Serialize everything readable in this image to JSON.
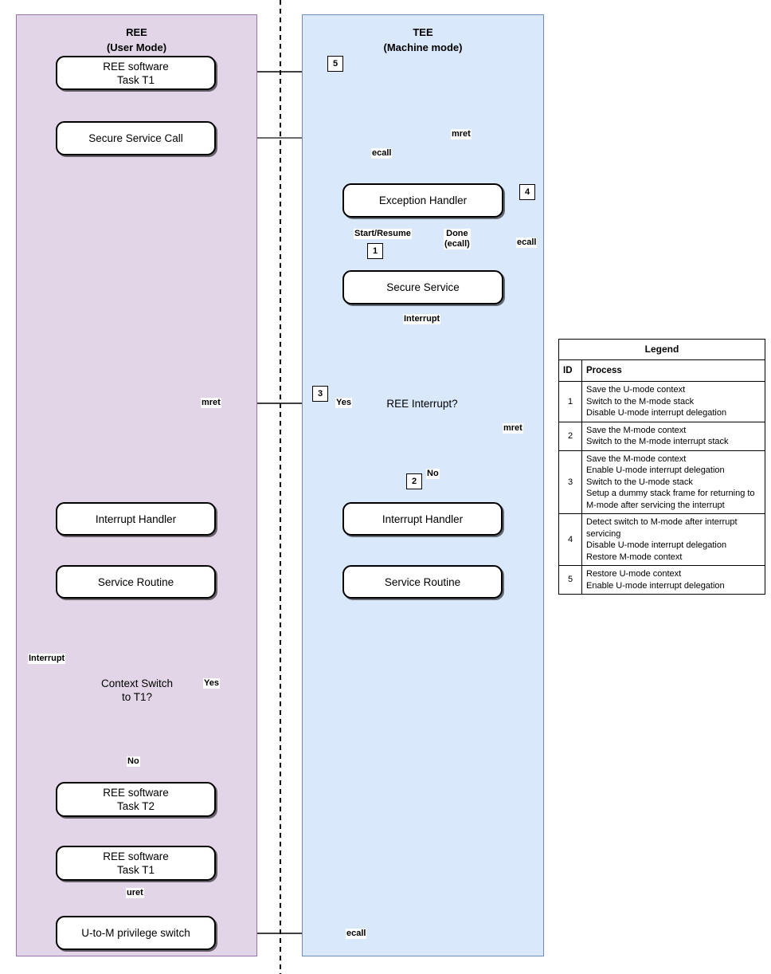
{
  "panels": {
    "ree": {
      "title": "REE",
      "subtitle": "(User Mode)"
    },
    "tee": {
      "title": "TEE",
      "subtitle": "(Machine mode)"
    }
  },
  "nodes": {
    "ree_task_t1_top": "REE software\nTask T1",
    "secure_service_call": "Secure Service Call",
    "exception_handler": "Exception Handler",
    "secure_service": "Secure Service",
    "ree_interrupt_decision": "REE Interrupt?",
    "tee_interrupt_handler": "Interrupt Handler",
    "tee_service_routine": "Service Routine",
    "ree_interrupt_handler": "Interrupt Handler",
    "ree_service_routine": "Service Routine",
    "context_switch_decision": "Context Switch\nto T1?",
    "ree_task_t2": "REE software\nTask T2",
    "ree_task_t1_bottom": "REE software\nTask T1",
    "u_to_m_switch": "U-to-M privilege switch"
  },
  "edge_labels": {
    "ecall_top": "ecall",
    "mret_top": "mret",
    "start_resume": "Start/Resume",
    "done_ecall": "Done\n(ecall)",
    "ecall_right": "ecall",
    "interrupt": "Interrupt",
    "yes_ree_interrupt": "Yes",
    "no_ree_interrupt": "No",
    "mret_left": "mret",
    "mret_right": "mret",
    "interrupt_loop": "Interrupt",
    "yes_context_switch": "Yes",
    "no_context_switch": "No",
    "uret": "uret",
    "ecall_bottom": "ecall"
  },
  "step_markers": {
    "s1": "1",
    "s2": "2",
    "s3": "3",
    "s4": "4",
    "s5": "5"
  },
  "legend": {
    "title": "Legend",
    "columns": {
      "id": "ID",
      "process": "Process"
    },
    "rows": [
      {
        "id": "1",
        "process": "Save the U-mode context\nSwitch to the M-mode stack\nDisable U-mode interrupt delegation"
      },
      {
        "id": "2",
        "process": "Save the M-mode context\nSwitch to the M-mode interrupt stack"
      },
      {
        "id": "3",
        "process": "Save the M-mode context\nEnable U-mode interrupt delegation\nSwitch to the U-mode stack\nSetup a dummy stack frame for returning to M-mode after servicing the interrupt"
      },
      {
        "id": "4",
        "process": "Detect switch to M-mode after interrupt servicing\nDisable U-mode interrupt delegation\nRestore M-mode context"
      },
      {
        "id": "5",
        "process": "Restore U-mode context\nEnable U-mode interrupt delegation"
      }
    ]
  },
  "colors": {
    "ree_fill": "#e1d5e7",
    "ree_stroke": "#9673a6",
    "tee_fill": "#dae8fc",
    "tee_stroke": "#6c8ebf",
    "node_stroke": "#000000",
    "node_fill": "#ffffff"
  }
}
